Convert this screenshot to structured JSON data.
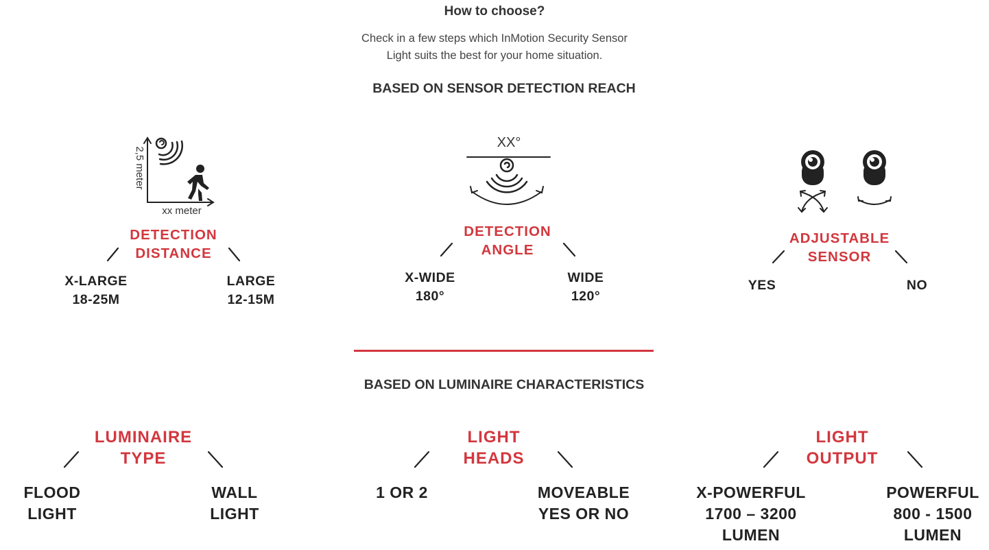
{
  "header": {
    "title": "How to choose?",
    "intro_line1": "Check in a few steps which InMotion Security Sensor",
    "intro_line2": "Light suits the best for your home situation."
  },
  "sections": {
    "sensor": {
      "heading": "BASED ON SENSOR DETECTION REACH",
      "distance": {
        "icon": "distance-icon",
        "axis_y_label": "2,5 meter",
        "axis_x_label": "xx meter",
        "label_line1": "DETECTION",
        "label_line2": "DISTANCE",
        "left": {
          "line1": "X-LARGE",
          "line2": "18-25M"
        },
        "right": {
          "line1": "LARGE",
          "line2": "12-15M"
        }
      },
      "angle": {
        "icon": "angle-icon",
        "degree_label": "XX°",
        "label_line1": "DETECTION",
        "label_line2": "ANGLE",
        "left": {
          "line1": "X-WIDE",
          "line2": "180°"
        },
        "right": {
          "line1": "WIDE",
          "line2": "120°"
        }
      },
      "adjustable": {
        "icon": "adjustable-sensor-icon",
        "label_line1": "ADJUSTABLE",
        "label_line2": "SENSOR",
        "left": {
          "line1": "YES"
        },
        "right": {
          "line1": "NO"
        }
      }
    },
    "luminaire": {
      "heading": "BASED ON LUMINAIRE CHARACTERISTICS",
      "type": {
        "label_line1": "LUMINAIRE",
        "label_line2": "TYPE",
        "left": {
          "line1": "FLOOD",
          "line2": "LIGHT"
        },
        "right": {
          "line1": "WALL",
          "line2": "LIGHT"
        }
      },
      "heads": {
        "label_line1": "LIGHT",
        "label_line2": "HEADS",
        "left": {
          "line1": "1 OR 2"
        },
        "right": {
          "line1": "MOVEABLE",
          "line2": "YES OR NO"
        }
      },
      "output": {
        "label_line1": "LIGHT",
        "label_line2": "OUTPUT",
        "left": {
          "line1": "X-POWERFUL",
          "line2": "1700 – 3200",
          "line3": "LUMEN"
        },
        "right": {
          "line1": "POWERFUL",
          "line2": "800 - 1500",
          "line3": "LUMEN"
        }
      }
    }
  },
  "colors": {
    "accent": "#d2373e",
    "text": "#222222"
  }
}
